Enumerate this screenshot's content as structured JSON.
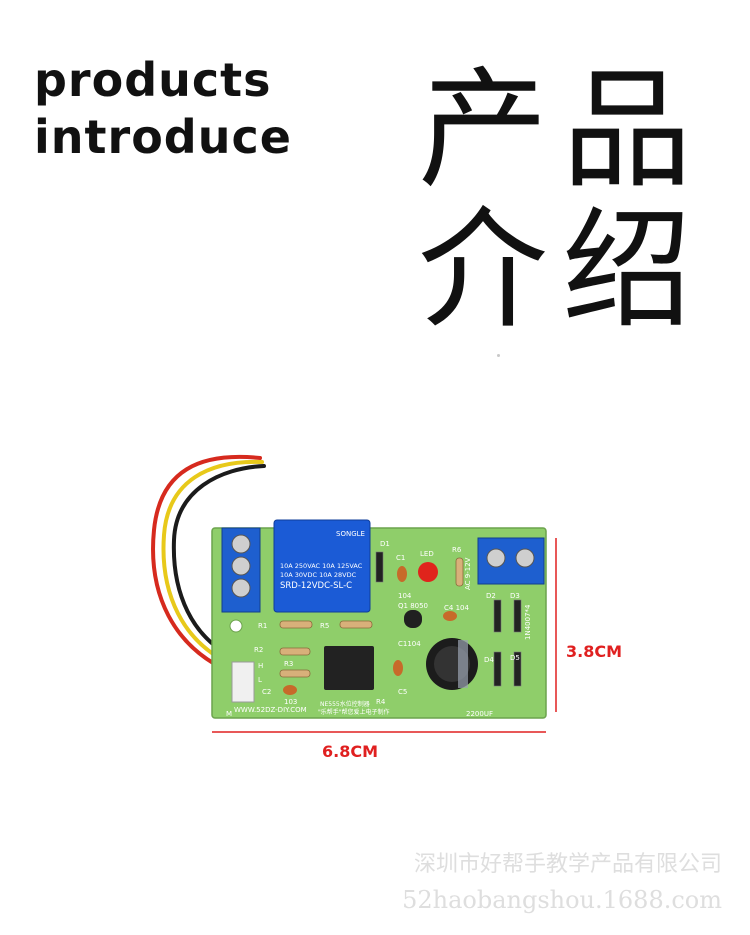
{
  "header": {
    "title_en_line1": "products",
    "title_en_line2": "introduce",
    "title_cn": "产品介绍"
  },
  "board": {
    "relay_brand": "SONGLE",
    "relay_rating_line1": "10A 250VAC 10A 125VAC",
    "relay_rating_line2": "10A 30VDC 10A 28VDC",
    "relay_model": "SRD-12VDC-SL-C",
    "labels": {
      "D1": "D1",
      "LED": "LED",
      "R6": "R6",
      "C1": "C1",
      "code_104_a": "104",
      "Q1": "Q1 8050",
      "C4": "C4 104",
      "D2": "D2",
      "D3": "D3",
      "R1": "R1",
      "R5": "R5",
      "R2": "R2",
      "C1104": "C1104",
      "D4": "D4",
      "D5": "D5",
      "R3": "R3",
      "C2": "C2",
      "code_103": "103",
      "R4": "R4",
      "C5": "C5",
      "H": "H",
      "L": "L",
      "M": "M",
      "side_code": "1N4007*4",
      "ac_input": "AC 9-12V",
      "capacitor": "2200UF",
      "website": "WWW.52DZ-DIY.COM",
      "slogan": "\"乐帮手\"帮您爱上电子制作",
      "chip_text": "NE555水位控制器"
    }
  },
  "dimensions": {
    "width_label": "6.8CM",
    "height_label": "3.8CM"
  },
  "footer": {
    "company": "深圳市好帮手教学产品有限公司",
    "url": "52haobangshou.1688.com"
  },
  "colors": {
    "pcb": "#8fce6a",
    "terminal": "#1e5fcf",
    "relay": "#1b5bd6",
    "dimension": "#e02020"
  }
}
